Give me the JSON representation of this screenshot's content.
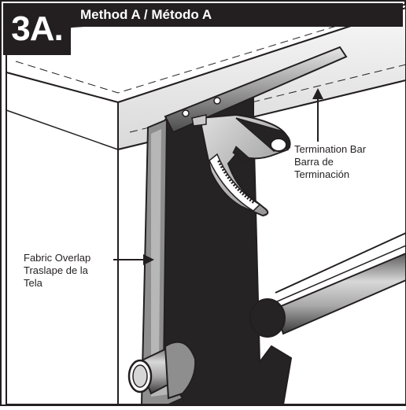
{
  "step": "3A.",
  "method_title": "Method A / Método A",
  "callouts": {
    "termination_bar": [
      "Termination Bar",
      "Barra de",
      "Terminación"
    ],
    "fabric_overlap": [
      "Fabric Overlap",
      "Traslape de la",
      "Tela"
    ]
  },
  "colors": {
    "ink": "#231f20",
    "membrane": "#262324",
    "metal_light": "#c9c9c9",
    "metal_dark": "#6d6d6d",
    "coping": "#f2f2f2",
    "white": "#ffffff"
  }
}
